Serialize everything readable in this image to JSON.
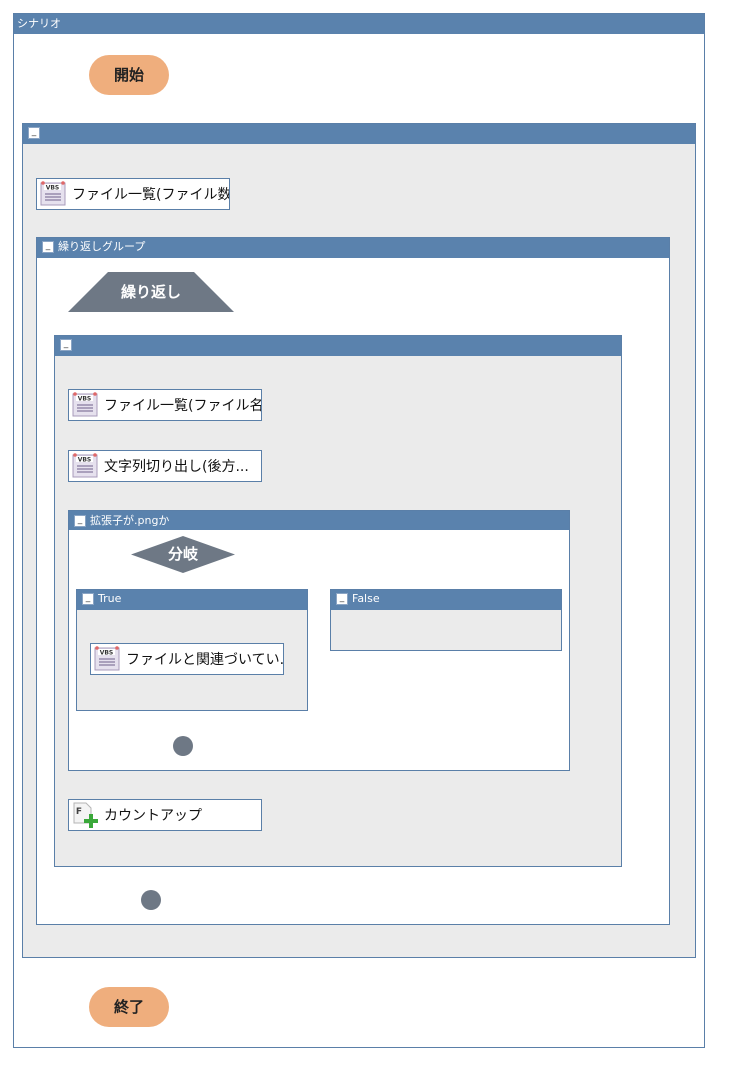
{
  "scenario": {
    "title": "シナリオ"
  },
  "start_label": "開始",
  "end_label": "終了",
  "outer_group": {
    "collapse": "_"
  },
  "actions": {
    "file_list_count": "ファイル一覧(ファイル数...",
    "file_list_name": "ファイル一覧(ファイル名...",
    "substring": "文字列切り出し(後方...",
    "open_related": "ファイルと関連づいてい...",
    "count_up": "カウントアップ"
  },
  "loop_group": {
    "title": "繰り返しグループ",
    "collapse": "_"
  },
  "loop": {
    "label": "繰り返し"
  },
  "inner_group": {
    "collapse": "_"
  },
  "ext_group": {
    "title": "拡張子が.pngか",
    "collapse": "_"
  },
  "branch": {
    "label": "分岐"
  },
  "true_group": {
    "title": "True",
    "collapse": "_"
  },
  "false_group": {
    "title": "False",
    "collapse": "_"
  },
  "icons": {
    "vbs": "VBS",
    "formula": "F"
  },
  "colors": {
    "header": "#5a82ad",
    "connector": "#5a7fa8",
    "terminal": "#efae7d",
    "node": "#6e7885"
  }
}
